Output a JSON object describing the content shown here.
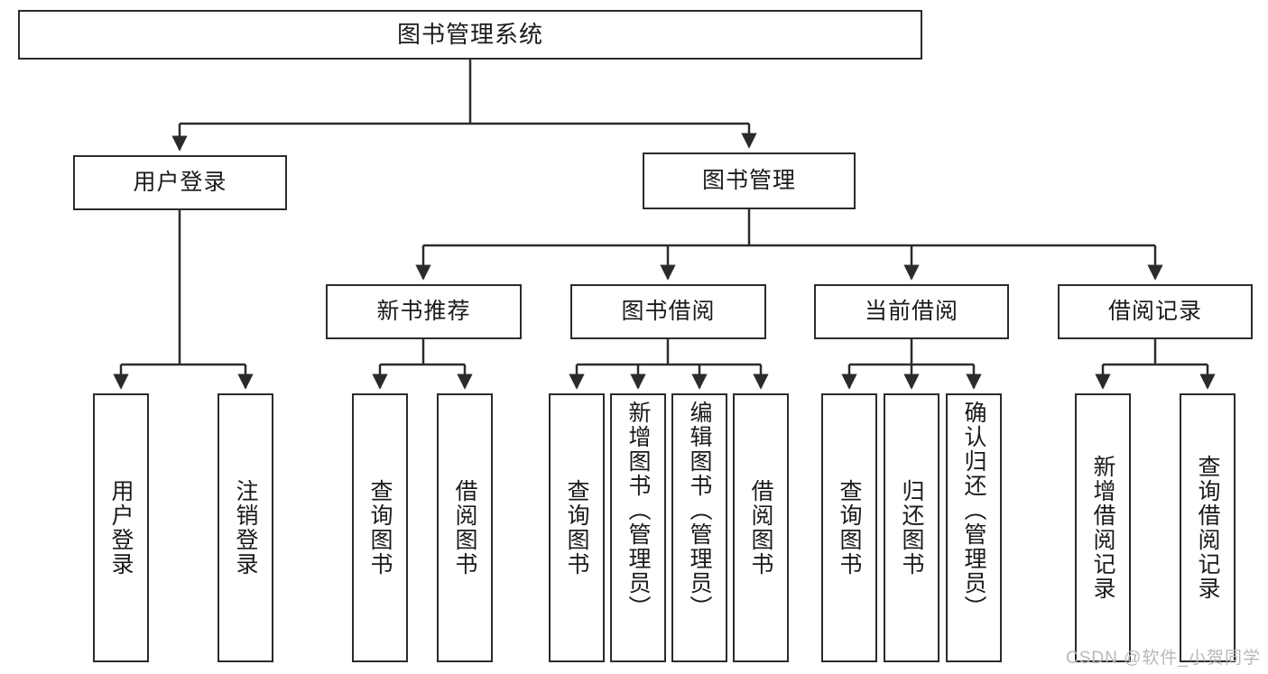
{
  "diagram": {
    "title": "图书管理系统",
    "type": "tree-hierarchy-chart",
    "watermark": "CSDN @软件_小贺同学",
    "colors": {
      "stroke": "#2b2b2b",
      "fill": "#ffffff",
      "text": "#1a1a1a",
      "watermark": "#b8b8b8"
    },
    "root": {
      "label": "图书管理系统"
    },
    "level2": [
      {
        "label": "用户登录"
      },
      {
        "label": "图书管理"
      }
    ],
    "level3": [
      {
        "label": "新书推荐"
      },
      {
        "label": "图书借阅"
      },
      {
        "label": "当前借阅"
      },
      {
        "label": "借阅记录"
      }
    ],
    "leaves": {
      "user_login": [
        {
          "label": "用户登录"
        },
        {
          "label": "注销登录"
        }
      ],
      "new_book_recommend": [
        {
          "label": "查询图书"
        },
        {
          "label": "借阅图书"
        }
      ],
      "book_borrow": [
        {
          "label": "查询图书"
        },
        {
          "label": "新增图书（管理员）"
        },
        {
          "label": "编辑图书（管理员）"
        },
        {
          "label": "借阅图书"
        }
      ],
      "current_borrow": [
        {
          "label": "查询图书"
        },
        {
          "label": "归还图书"
        },
        {
          "label": "确认归还（管理员）"
        }
      ],
      "borrow_record": [
        {
          "label": "新增借阅记录"
        },
        {
          "label": "查询借阅记录"
        }
      ]
    }
  }
}
